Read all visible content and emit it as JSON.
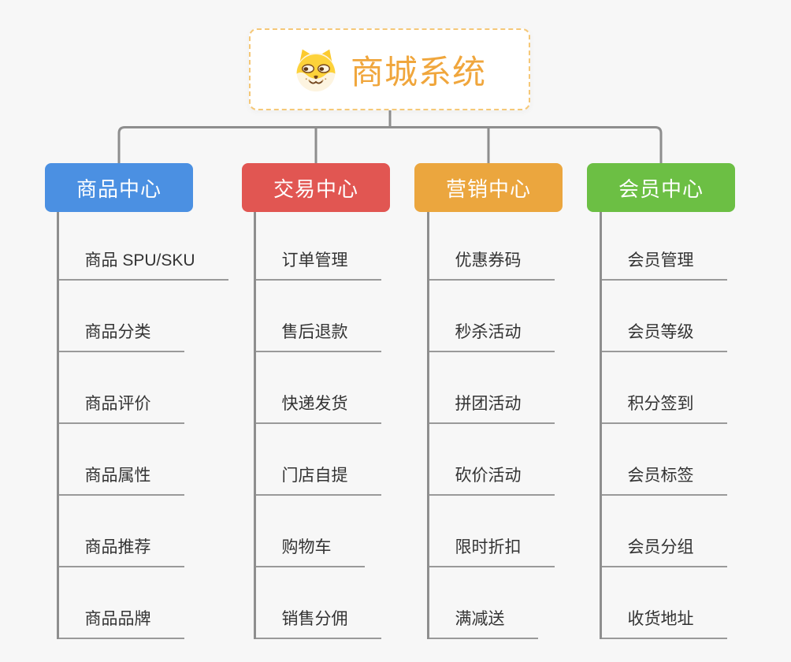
{
  "background": "#f7f7f7",
  "connector_color": "#8e8e8e",
  "root": {
    "title": "商城系统",
    "title_color": "#f0a63c",
    "border_color": "#f5c878",
    "icon": "shiba-dog-icon"
  },
  "branches": [
    {
      "label": "商品中心",
      "color": "#4b90e2",
      "items": [
        "商品 SPU/SKU",
        "商品分类",
        "商品评价",
        "商品属性",
        "商品推荐",
        "商品品牌"
      ]
    },
    {
      "label": "交易中心",
      "color": "#e15652",
      "items": [
        "订单管理",
        "售后退款",
        "快递发货",
        "门店自提",
        "购物车",
        "销售分佣"
      ]
    },
    {
      "label": "营销中心",
      "color": "#eba63e",
      "items": [
        "优惠券码",
        "秒杀活动",
        "拼团活动",
        "砍价活动",
        "限时折扣",
        "满减送"
      ]
    },
    {
      "label": "会员中心",
      "color": "#6cbf44",
      "items": [
        "会员管理",
        "会员等级",
        "积分签到",
        "会员标签",
        "会员分组",
        "收货地址"
      ]
    }
  ]
}
